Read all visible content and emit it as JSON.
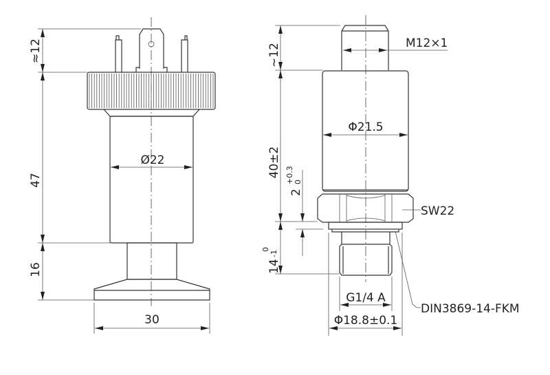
{
  "left_view": {
    "dim_pin_height": "≈12",
    "dim_body_height": "47",
    "dim_clamp_height": "16",
    "dim_body_diameter": "Ø22",
    "dim_flange_width": "30"
  },
  "right_view": {
    "dim_connector_height": "~12",
    "dim_connector_thread": "M12×1",
    "dim_body_diameter": "Φ21.5",
    "dim_body_height": "40±2",
    "dim_gap": "2",
    "dim_gap_tol_upper": "+0.3",
    "dim_gap_tol_lower": "0",
    "dim_thread_length": "14",
    "dim_thread_tol_upper": "0",
    "dim_thread_tol_lower": "-1",
    "hex_label": "SW22",
    "process_thread": "G1/4 A",
    "seal_diameter": "Φ18.8±0.1",
    "seal_label": "DIN3869-14-FKM"
  }
}
